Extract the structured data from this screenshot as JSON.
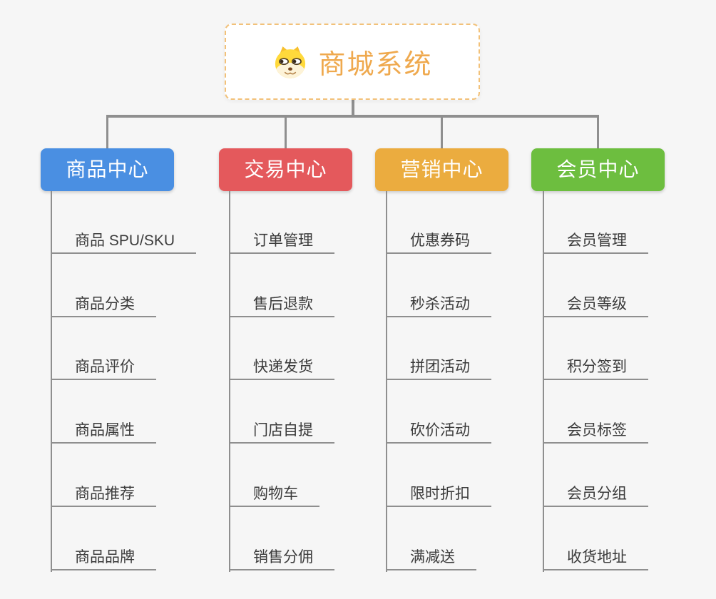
{
  "root": {
    "title": "商城系统",
    "title_color": "#EFA94E",
    "icon": "dog-face-icon",
    "border_color": "#F2C179"
  },
  "connector_color": "#8F8F8F",
  "background_color": "#F6F6F6",
  "branches": [
    {
      "label": "商品中心",
      "color": "#4A8FE2",
      "items": [
        "商品 SPU/SKU",
        "商品分类",
        "商品评价",
        "商品属性",
        "商品推荐",
        "商品品牌"
      ]
    },
    {
      "label": "交易中心",
      "color": "#E4595C",
      "items": [
        "订单管理",
        "售后退款",
        "快递发货",
        "门店自提",
        "购物车",
        "销售分佣"
      ]
    },
    {
      "label": "营销中心",
      "color": "#EBAC3F",
      "items": [
        "优惠券码",
        "秒杀活动",
        "拼团活动",
        "砍价活动",
        "限时折扣",
        "满减送"
      ]
    },
    {
      "label": "会员中心",
      "color": "#6DBE3F",
      "items": [
        "会员管理",
        "会员等级",
        "积分签到",
        "会员标签",
        "会员分组",
        "收货地址"
      ]
    }
  ]
}
